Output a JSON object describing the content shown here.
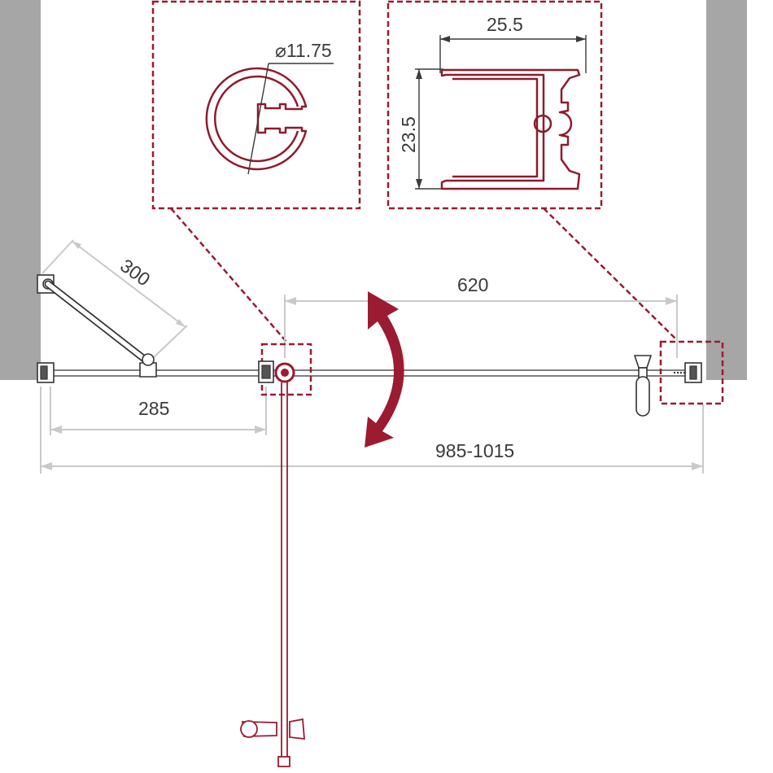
{
  "detail_left": {
    "diameter_label": "⌀11.75"
  },
  "detail_right": {
    "width_label": "25.5",
    "height_label": "23.5"
  },
  "plan": {
    "brace_label": "300",
    "fixed_panel_label": "285",
    "door_label": "620",
    "total_label": "985-1015"
  },
  "colors": {
    "accent": "#9b1b30",
    "wall": "#a6a6a6",
    "dimension": "#c9c9c9",
    "hardware": "#333333"
  },
  "icons": {
    "swing_direction": "curved-double-arrow-icon"
  }
}
